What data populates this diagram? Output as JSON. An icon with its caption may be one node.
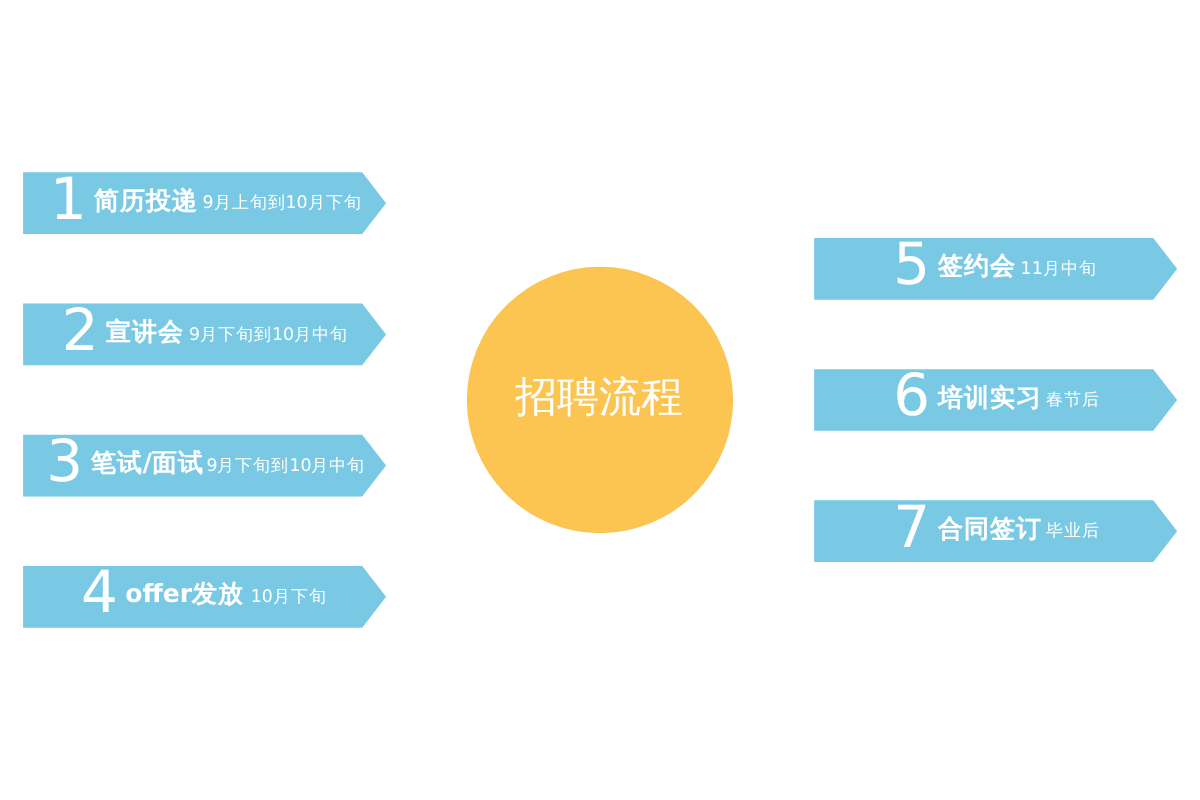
{
  "diagram": {
    "nodes": [
      {
        "text": [
          "招聘流程"
        ]
      },
      {
        "text": [
          "1",
          "简历投递",
          "9月上旬到10月下旬"
        ]
      },
      {
        "text": [
          "2",
          "宣讲会",
          "9月下旬到10月中旬"
        ]
      },
      {
        "text": [
          "3",
          "笔试/面试",
          "9月下旬到10月中旬"
        ]
      },
      {
        "text": [
          "4",
          "offer发放",
          "10月下旬"
        ]
      },
      {
        "text": [
          "5",
          "签约会",
          "11月中旬"
        ]
      },
      {
        "text": [
          "6",
          "培训实习",
          "春节后"
        ]
      },
      {
        "text": [
          "7",
          "合同签订",
          "毕业后"
        ]
      }
    ],
    "edges": []
  }
}
